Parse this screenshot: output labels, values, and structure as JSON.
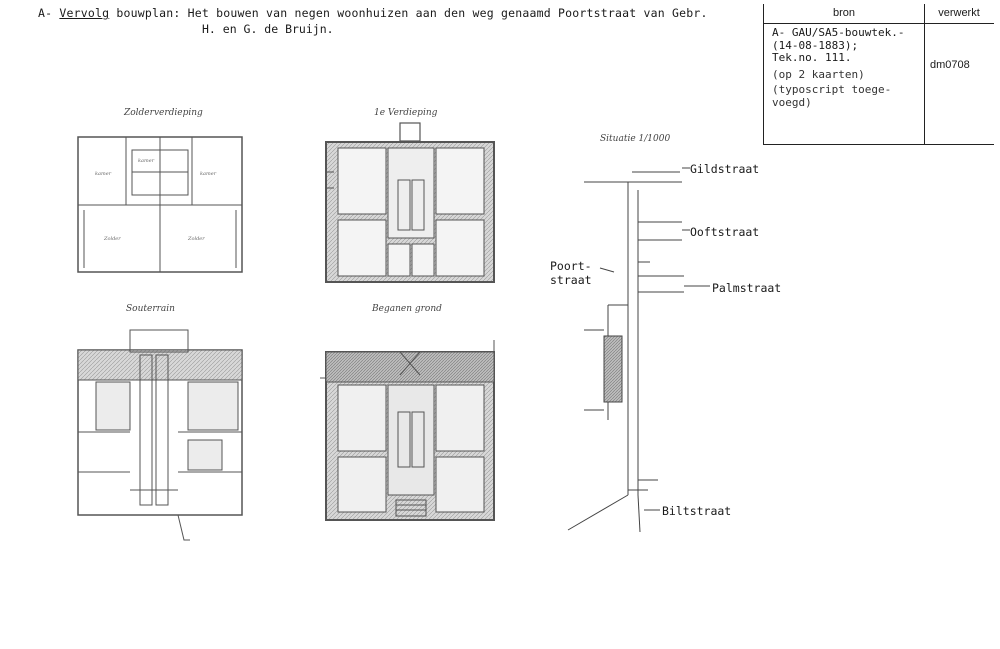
{
  "header": {
    "prefix": "A-",
    "underlined": "Vervolg",
    "line1_rest": "bouwplan: Het bouwen van negen woonhuizen aan den weg genaamd Poortstraat van Gebr.",
    "line2": "H. en G. de Bruijn."
  },
  "source_table": {
    "col_bron": "bron",
    "col_verwerkt": "verwerkt",
    "lines": [
      "A- GAU/SA5-bouwtek.-",
      "(14-08-1883);",
      "Tek.no. 111.",
      "(op 2 kaarten)",
      "(typoscript toege-",
      "voegd)"
    ],
    "verwerkt_value": "dm0708"
  },
  "plans": {
    "zolder": "Zolderverdieping",
    "eerste": "1e Verdieping",
    "souterrain": "Souterrain",
    "begane": "Beganen grond",
    "situatie": "Situatie 1/1000"
  },
  "streets": {
    "gildstraat": "Gildstraat",
    "oofstraat": "Ooftstraat",
    "palmstraat": "Palmstraat",
    "poortstraat_1": "Poort-",
    "poortstraat_2": "straat",
    "biltstraat": "Biltstraat"
  }
}
